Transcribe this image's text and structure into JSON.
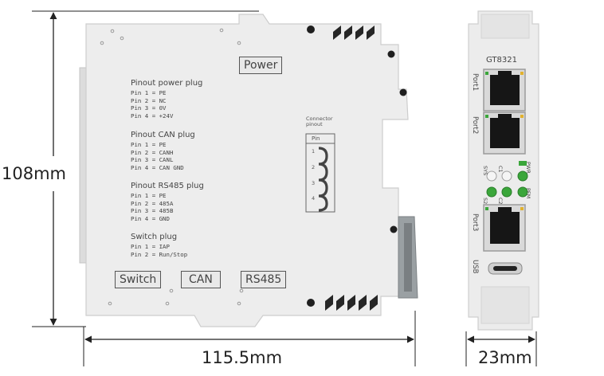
{
  "dimensions": {
    "height": "108mm",
    "width_front": "115.5mm",
    "width_side": "23mm"
  },
  "front_panel": {
    "power_label": "Power",
    "switch_label": "Switch",
    "can_label": "CAN",
    "rs485_label": "RS485",
    "connector": {
      "title_line1": "Connector",
      "title_line2": "pinout",
      "pin_header": "Pin",
      "pins": [
        "1",
        "2",
        "3",
        "4"
      ]
    },
    "pinouts": [
      {
        "title": "Pinout power plug",
        "lines": [
          "Pin 1 = PE",
          "Pin 2 = NC",
          "Pin 3 = 0V",
          "Pin 4 = +24V"
        ]
      },
      {
        "title": "Pinout CAN plug",
        "lines": [
          "Pin 1 = PE",
          "Pin 2 = CANH",
          "Pin 3 = CANL",
          "Pin 4 = CAN GND"
        ]
      },
      {
        "title": "Pinout RS485 plug",
        "lines": [
          "Pin 1 = PE",
          "Pin 2 = 485A",
          "Pin 3 = 485B",
          "Pin 4 = GND"
        ]
      },
      {
        "title": "Switch plug",
        "lines": [
          "Pin 1 = IAP",
          "Pin 2 = Run/Stop"
        ]
      }
    ]
  },
  "side_panel": {
    "model": "GT8321",
    "port1": "Port1",
    "port2": "Port2",
    "port3": "Port3",
    "usb": "USB",
    "leds": [
      "SYS",
      "C1",
      "PWR",
      "S2",
      "C2",
      "PFM"
    ],
    "colors": {
      "led_green": "#3aa63a",
      "housing": "#ebebeb"
    }
  }
}
